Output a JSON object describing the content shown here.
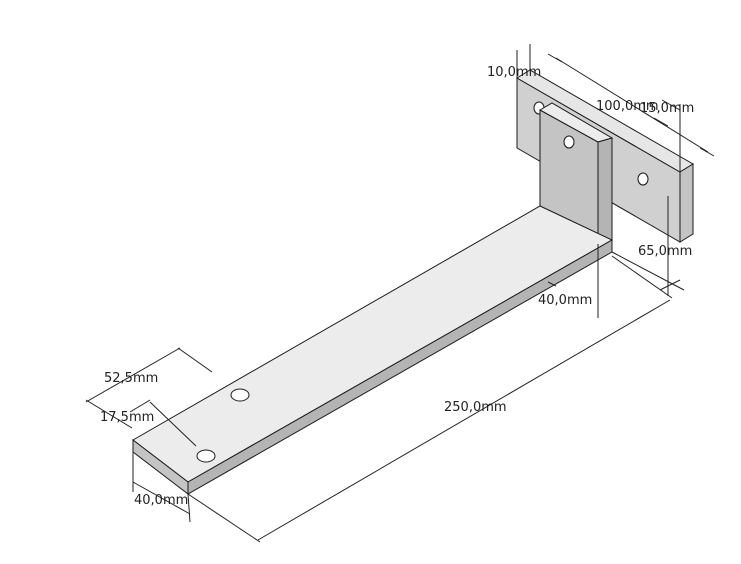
{
  "diagram": {
    "labels": {
      "thickness_top": "10,0mm",
      "plate_length": "100,0mm",
      "plate_width": "15,0mm",
      "plate_height": "65,0mm",
      "upright_height": "40,0mm",
      "arm_length": "250,0mm",
      "hole_spacing": "52,5mm",
      "hole_offset": "17,5mm",
      "arm_width": "40,0mm"
    },
    "colors": {
      "outline": "#1a1a1a",
      "top_face": "#ececec",
      "side_face": "#c4c4c4",
      "plate_face": "#d0d0d0",
      "background": "#ffffff"
    }
  }
}
